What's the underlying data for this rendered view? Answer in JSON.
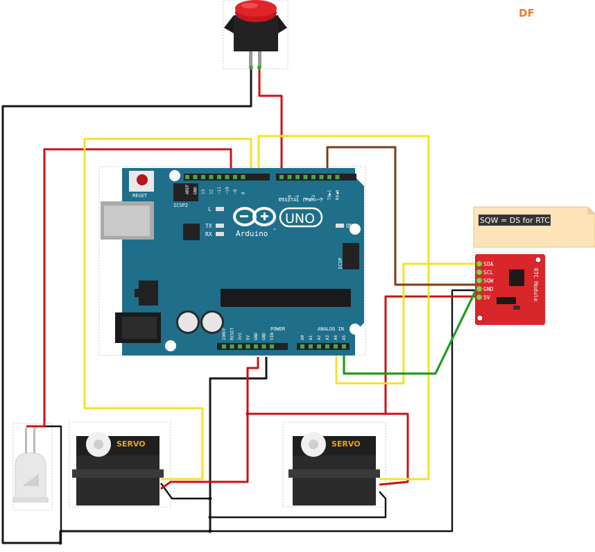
{
  "watermark": "DF",
  "note": {
    "text": "SQW = DS for RTC"
  },
  "arduino": {
    "logo_text": "Arduino",
    "trademark": "™",
    "model": "UNO",
    "reset_label": "RESET",
    "icsp2_label": "ICSP2",
    "icsp_label": "ICSP",
    "led_l": "L",
    "led_tx": "TX",
    "led_rx": "RX",
    "on_label": "ON",
    "digital_label": "DIGITAL (PWM=~)",
    "power_label": "POWER",
    "analog_label": "ANALOG IN",
    "header_top_left": [
      "AREF",
      "GND",
      "13",
      "12",
      "~11",
      "~10",
      "~9",
      "8"
    ],
    "header_top_right": [
      "7",
      "~6",
      "~5",
      "4",
      "~3",
      "2",
      "TX▶1",
      "RX◀0"
    ],
    "header_power": [
      "IOREF",
      "RESET",
      "3V3",
      "5V",
      "GND",
      "GND",
      "VIN"
    ],
    "header_analog": [
      "A0",
      "A1",
      "A2",
      "A3",
      "A4",
      "A5"
    ]
  },
  "rtc": {
    "title": "RTC Module",
    "pins": [
      "SDA",
      "SCL",
      "SQW",
      "GND",
      "5V"
    ]
  },
  "servos": [
    {
      "label": "SERVO"
    },
    {
      "label": "SERVO"
    }
  ],
  "colors": {
    "board": "#1f6f8b",
    "rtc_board": "#d9262b",
    "wire_red": "#d11a1a",
    "wire_black": "#222222",
    "wire_yellow": "#f2e23a",
    "wire_green": "#2fb52f",
    "wire_brown": "#7a3d12",
    "button_cap": "#c8171c",
    "servo_body": "#2b2b2b",
    "servo_label": "#f0a21a",
    "note_bg": "#fde3b8",
    "watermark": "#f07b2a"
  }
}
